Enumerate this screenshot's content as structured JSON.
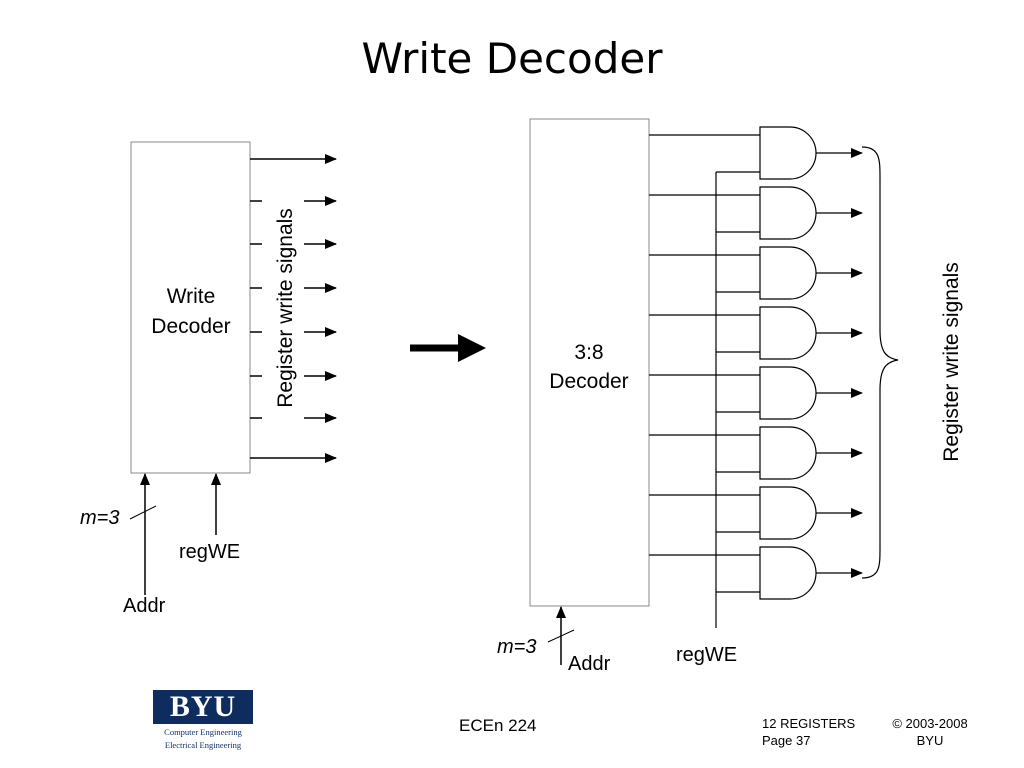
{
  "slide": {
    "title": "Write Decoder"
  },
  "left_block": {
    "label_line1": "Write",
    "label_line2": "Decoder",
    "outputs_label": "Register write signals",
    "addr_width": "m=3",
    "addr_label": "Addr",
    "enable_label": "regWE"
  },
  "right_block": {
    "label_line1": "3:8",
    "label_line2": "Decoder",
    "addr_width": "m=3",
    "addr_label": "Addr",
    "enable_label": "regWE",
    "outputs_label": "Register write signals",
    "and_gate_count": 8
  },
  "footer": {
    "logo_text": "BYU",
    "logo_sub1": "Computer Engineering",
    "logo_sub2": "Electrical Engineering",
    "course": "ECEn 224",
    "section_line1": "12 REGISTERS",
    "section_line2": "Page 37",
    "copyright_line1": "© 2003-2008",
    "copyright_line2": "BYU"
  },
  "colors": {
    "logo_blue": "#0e2c5e"
  }
}
